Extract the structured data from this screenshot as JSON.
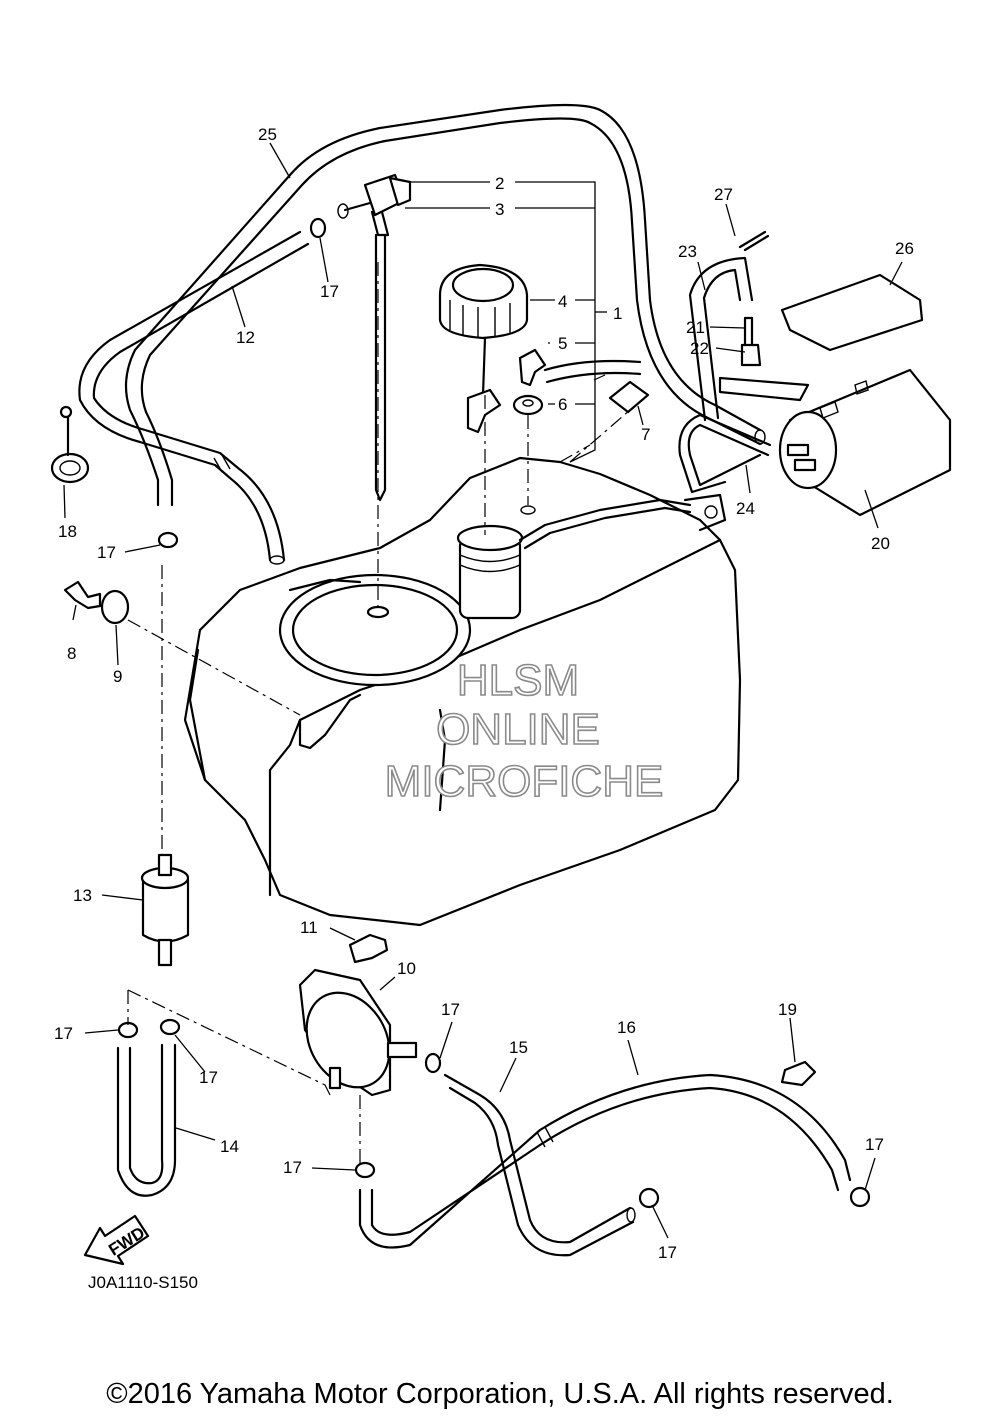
{
  "callouts": [
    "1",
    "2",
    "3",
    "4",
    "5",
    "6",
    "7",
    "8",
    "9",
    "10",
    "11",
    "12",
    "13",
    "14",
    "15",
    "16",
    "17",
    "18",
    "19",
    "20",
    "21",
    "22",
    "23",
    "24",
    "25",
    "26",
    "27"
  ],
  "callout_17_repeat": "17",
  "watermark": {
    "line1": "HLSM",
    "line2": "ONLINE",
    "line3": "MICROFICHE"
  },
  "fwd_label": "FWD",
  "diagram_code": "J0A1110-S150",
  "copyright": "©2016 Yamaha Motor Corporation, U.S.A. All rights reserved."
}
